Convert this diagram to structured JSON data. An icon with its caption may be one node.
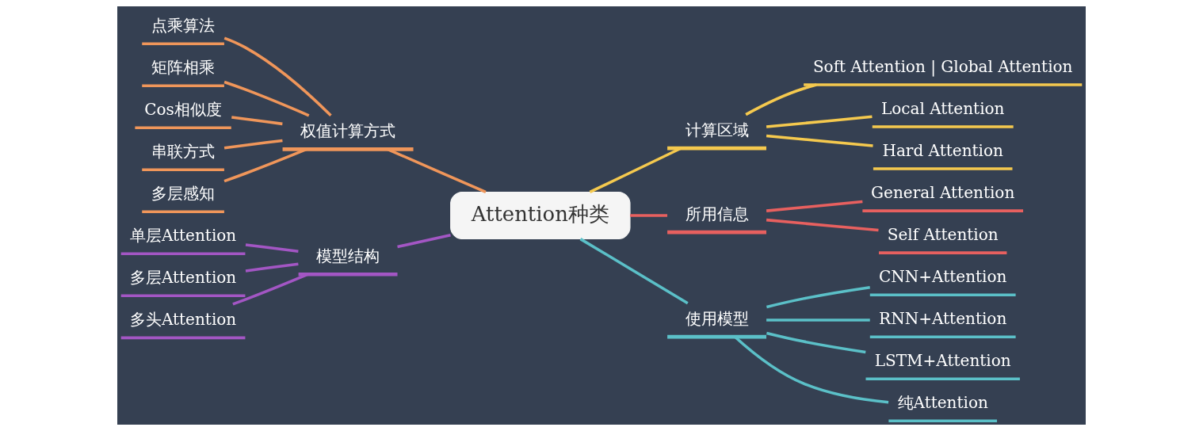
{
  "diagram": {
    "nodes": [
      {
        "text": [
          "Attention种类"
        ]
      },
      {
        "text": [
          "计算区域"
        ]
      },
      {
        "text": [
          "Soft Attention | Global Attention"
        ]
      },
      {
        "text": [
          "Local Attention"
        ]
      },
      {
        "text": [
          "Hard Attention"
        ]
      },
      {
        "text": [
          "所用信息"
        ]
      },
      {
        "text": [
          "General Attention"
        ]
      },
      {
        "text": [
          "Self Attention"
        ]
      },
      {
        "text": [
          "使用模型"
        ]
      },
      {
        "text": [
          "CNN+Attention"
        ]
      },
      {
        "text": [
          "RNN+Attention"
        ]
      },
      {
        "text": [
          "LSTM+Attention"
        ]
      },
      {
        "text": [
          "纯Attention"
        ]
      },
      {
        "text": [
          "权值计算方式"
        ]
      },
      {
        "text": [
          "点乘算法"
        ]
      },
      {
        "text": [
          "矩阵相乘"
        ]
      },
      {
        "text": [
          "Cos相似度"
        ]
      },
      {
        "text": [
          "串联方式"
        ]
      },
      {
        "text": [
          "多层感知"
        ]
      },
      {
        "text": [
          "模型结构"
        ]
      },
      {
        "text": [
          "单层Attention"
        ]
      },
      {
        "text": [
          "多层Attention"
        ]
      },
      {
        "text": [
          "多头Attention"
        ]
      }
    ],
    "edges": [
      {
        "from": 0,
        "to": 1,
        "arrow": "none",
        "color": "#f5c94e"
      },
      {
        "from": 1,
        "to": 2,
        "arrow": "none",
        "color": "#f5c94e"
      },
      {
        "from": 1,
        "to": 3,
        "arrow": "none",
        "color": "#f5c94e"
      },
      {
        "from": 1,
        "to": 4,
        "arrow": "none",
        "color": "#f5c94e"
      },
      {
        "from": 0,
        "to": 5,
        "arrow": "none",
        "color": "#e8605f"
      },
      {
        "from": 5,
        "to": 6,
        "arrow": "none",
        "color": "#e8605f"
      },
      {
        "from": 5,
        "to": 7,
        "arrow": "none",
        "color": "#e8605f"
      },
      {
        "from": 0,
        "to": 8,
        "arrow": "none",
        "color": "#5bc0c8"
      },
      {
        "from": 8,
        "to": 9,
        "arrow": "none",
        "color": "#5bc0c8"
      },
      {
        "from": 8,
        "to": 10,
        "arrow": "none",
        "color": "#5bc0c8"
      },
      {
        "from": 8,
        "to": 11,
        "arrow": "none",
        "color": "#5bc0c8"
      },
      {
        "from": 8,
        "to": 12,
        "arrow": "none",
        "color": "#5bc0c8"
      },
      {
        "from": 0,
        "to": 13,
        "arrow": "none",
        "color": "#f0965a"
      },
      {
        "from": 13,
        "to": 14,
        "arrow": "none",
        "color": "#f0965a"
      },
      {
        "from": 13,
        "to": 15,
        "arrow": "none",
        "color": "#f0965a"
      },
      {
        "from": 13,
        "to": 16,
        "arrow": "none",
        "color": "#f0965a"
      },
      {
        "from": 13,
        "to": 17,
        "arrow": "none",
        "color": "#f0965a"
      },
      {
        "from": 13,
        "to": 18,
        "arrow": "none",
        "color": "#f0965a"
      },
      {
        "from": 0,
        "to": 19,
        "arrow": "none",
        "color": "#a356c4"
      },
      {
        "from": 19,
        "to": 20,
        "arrow": "none",
        "color": "#a356c4"
      },
      {
        "from": 19,
        "to": 21,
        "arrow": "none",
        "color": "#a356c4"
      },
      {
        "from": 19,
        "to": 22,
        "arrow": "none",
        "color": "#a356c4"
      }
    ]
  }
}
